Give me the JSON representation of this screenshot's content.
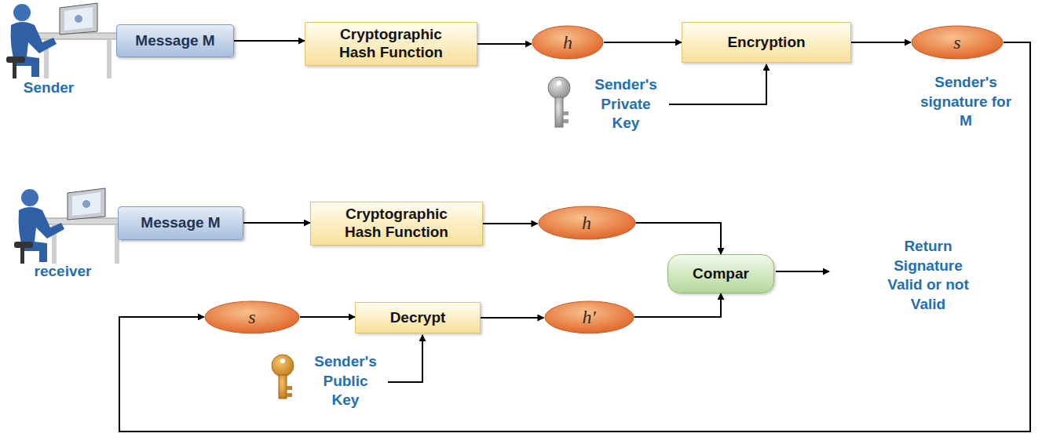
{
  "diagram": {
    "nodes": [
      {
        "text": [
          "Message M"
        ]
      },
      {
        "text": [
          "Cryptographic Hash Function"
        ]
      },
      {
        "text": [
          "h"
        ]
      },
      {
        "text": [
          "Encryption"
        ]
      },
      {
        "text": [
          "s"
        ]
      },
      {
        "text": [
          "Message M"
        ]
      },
      {
        "text": [
          "Cryptographic Hash Function"
        ]
      },
      {
        "text": [
          "h"
        ]
      },
      {
        "text": [
          "Compar"
        ]
      },
      {
        "text": [
          "s"
        ]
      },
      {
        "text": [
          "Decrypt"
        ]
      },
      {
        "text": [
          "h′"
        ]
      }
    ],
    "edges": [
      {
        "from": 0,
        "to": 1,
        "arrow": "to"
      },
      {
        "from": 1,
        "to": 2,
        "arrow": "to"
      },
      {
        "from": 2,
        "to": 3,
        "arrow": "to"
      },
      {
        "from": 3,
        "to": 4,
        "arrow": "to"
      },
      {
        "from": 4,
        "to": 9,
        "arrow": "to"
      },
      {
        "from": 5,
        "to": 6,
        "arrow": "to"
      },
      {
        "from": 6,
        "to": 7,
        "arrow": "to"
      },
      {
        "from": 7,
        "to": 8,
        "arrow": "to"
      },
      {
        "from": 9,
        "to": 10,
        "arrow": "to"
      },
      {
        "from": 10,
        "to": 11,
        "arrow": "to"
      },
      {
        "from": 11,
        "to": 8,
        "arrow": "to"
      }
    ],
    "labels": [
      "Sender",
      "Sender's Private Key",
      "Sender's signature for M",
      "receiver",
      "Return Signature Valid or not Valid",
      "Sender's Public Key"
    ]
  }
}
